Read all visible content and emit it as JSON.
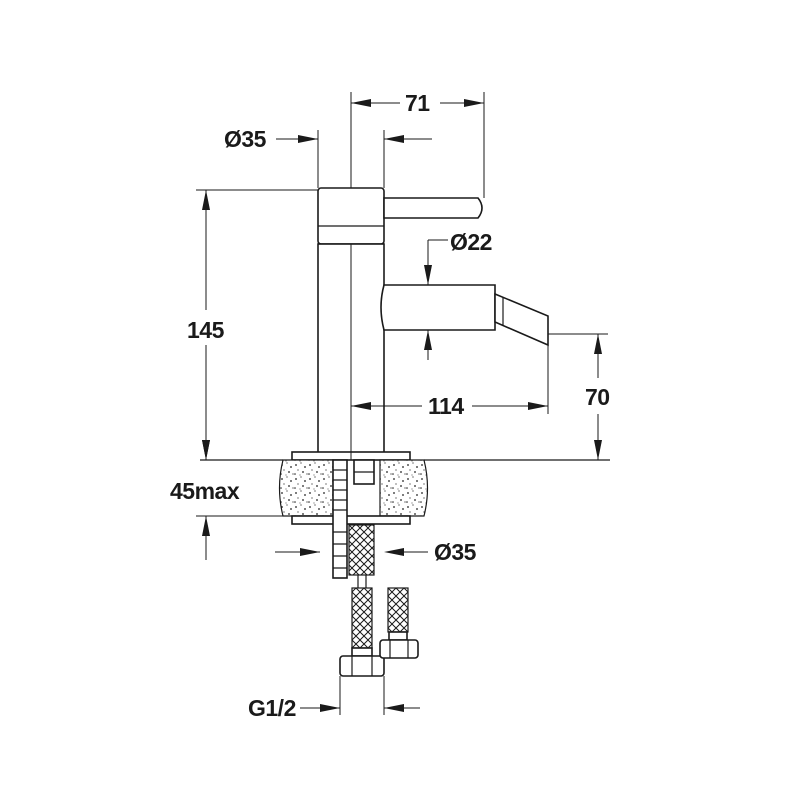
{
  "dimensions": {
    "lever_reach": "71",
    "body_diameter": "Ø35",
    "spout_diameter": "Ø22",
    "height": "145",
    "spout_reach": "114",
    "spout_height": "70",
    "countertop_thickness": "45max",
    "base_diameter": "Ø35",
    "connector_thread": "G1/2"
  }
}
